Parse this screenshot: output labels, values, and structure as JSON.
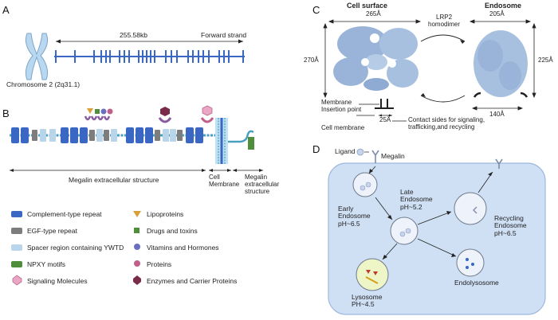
{
  "panels": {
    "a": "A",
    "b": "B",
    "c": "C",
    "d": "D"
  },
  "panel_a": {
    "length": "255.58kb",
    "strand": "Forward strand",
    "chromosome": "Chromosome 2 (2q31.1)"
  },
  "panel_b": {
    "extracellular": "Megalin  extracellular structure",
    "membrane": "Cell\nMembrane",
    "intracellular": "Megalin\nextracellular\nstructure",
    "legend_left": [
      {
        "label": "Complement-type repeat",
        "color": "#3a67c4"
      },
      {
        "label": "EGF-type repeat",
        "color": "#7d7d7d"
      },
      {
        "label": "Spacer region containing YWTD",
        "color": "#b8d5ea"
      },
      {
        "label": "NPXY motifs",
        "color": "#4f8e3a"
      },
      {
        "label": "Signaling Molecules",
        "color": "#e9a6c5"
      }
    ],
    "legend_right": [
      {
        "label": "Lipoproteins",
        "color": "#d9a037"
      },
      {
        "label": "Drugs and toxins",
        "color": "#4f8e3a"
      },
      {
        "label": "Vitamins and Hormones",
        "color": "#6a6fc0"
      },
      {
        "label": "Proteins",
        "color": "#c0608a"
      },
      {
        "label": "Enzymes and Carrier Proteins",
        "color": "#7a2b4a"
      }
    ]
  },
  "panel_c": {
    "cell_surface": "Cell surface",
    "endosome": "Endosome",
    "w_surface": "265Å",
    "w_endosome": "205Å",
    "h_surface": "270Å",
    "h_endosome": "225Å",
    "bottom_endosome": "140Å",
    "gap": "25Å",
    "dimer": "LRP2\nhomodimer",
    "membrane_insertion": "Membrane\nInsertion point",
    "cell_membrane": "Cell membrane",
    "contact": "Contact sides for signaling,\ntrafficking,and recycling"
  },
  "panel_d": {
    "ligand": "Ligand",
    "megalin": "Megalin",
    "early": "Early\nEndosome\npH~6.5",
    "late": "Late\nEndosome\npH~5.2",
    "recycling": "Recycling\nEndosome\npH~6.5",
    "lysosome": "Lysosome\nPH~4.5",
    "endolysosome": "Endolysosome"
  }
}
